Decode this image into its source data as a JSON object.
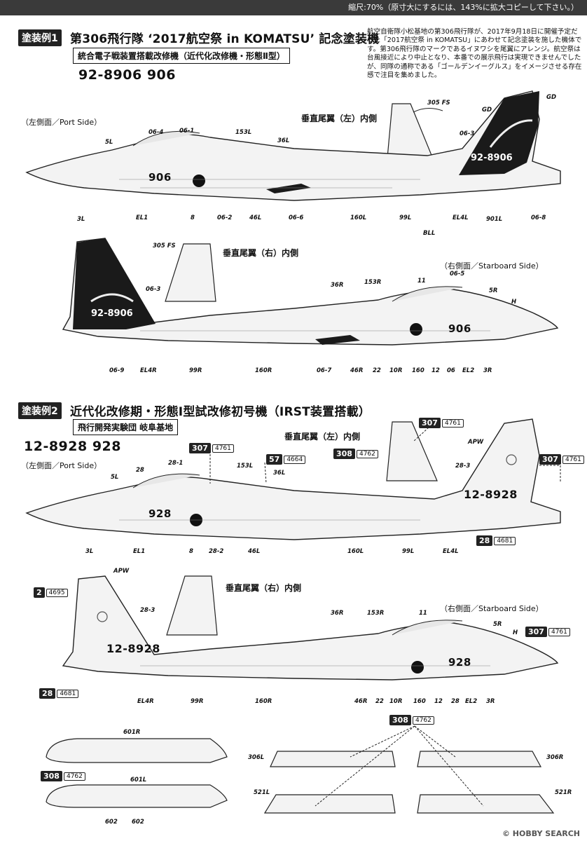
{
  "header": {
    "scale_note": "縮尺:70%（原寸大にするには、143%に拡大コピーして下さい。）"
  },
  "scheme1": {
    "tag": "塗装例1",
    "title": "第306飛行隊 ‘2017航空祭 in KOMATSU’ 記念塗装機",
    "subtitle": "統合電子戦装置搭載改修機（近代化改修機・形態Ⅱ型）",
    "serial": "92-8906  906",
    "description": "航空自衛隊小松基地の第306飛行隊が、2017年9月18日に開催予定だった「2017航空祭 in KOMATSU」にあわせて記念塗装を施した機体です。第306飛行隊のマークであるイヌワシを尾翼にアレンジ。航空祭は台風接近により中止となり、本番での展示飛行は実現できませんでしたが、同隊の通称である「ゴールデンイーグルス」をイメージさせる存在感で注目を集めました。",
    "port_side": "（左側面／Port Side）",
    "starboard_side": "（右側面／Starboard Side）",
    "tail_left": "垂直尾翼（左）内側",
    "tail_right": "垂直尾翼（右）内側",
    "nose_number": "906",
    "tail_serial": "92-8906",
    "port_labels": [
      "06-4",
      "06-1",
      "5L",
      "153L",
      "36L",
      "GD",
      "GD",
      "305 FS",
      "06-3",
      "3L",
      "EL1",
      "8",
      "06-2",
      "46L",
      "06-6",
      "160L",
      "99L",
      "EL4L",
      "901L",
      "06-8",
      "BLL"
    ],
    "star_labels": [
      "305 FS",
      "06-5",
      "36R",
      "153R",
      "11",
      "5R",
      "H",
      "06-3",
      "06-9",
      "EL4R",
      "99R",
      "160R",
      "06-7",
      "46R",
      "22",
      "10R",
      "160",
      "12",
      "06",
      "EL2",
      "3R"
    ]
  },
  "scheme2": {
    "tag": "塗装例2",
    "title": "近代化改修期・形態Ⅰ型試改修初号機（IRST装置搭載）",
    "subtitle": "飛行開発実験団 岐阜基地",
    "serial": "12-8928  928",
    "port_side": "（左側面／Port Side）",
    "starboard_side": "（右側面／Starboard Side）",
    "tail_left": "垂直尾翼（左）内側",
    "tail_right": "垂直尾翼（右）内側",
    "nose_number": "928",
    "tail_serial": "12-8928",
    "port_labels": [
      "28",
      "28-1",
      "5L",
      "153L",
      "36L",
      "APW",
      "28-3",
      "3L",
      "EL1",
      "8",
      "28-2",
      "46L",
      "160L",
      "99L",
      "EL4L"
    ],
    "star_labels": [
      "APW",
      "28-3",
      "36R",
      "153R",
      "11",
      "5R",
      "H",
      "EL4R",
      "99R",
      "160R",
      "46R",
      "22",
      "10R",
      "160",
      "12",
      "28",
      "EL2",
      "3R"
    ],
    "callouts": [
      {
        "n": "307",
        "c": "4761"
      },
      {
        "n": "308",
        "c": "4762"
      },
      {
        "n": "307",
        "c": "4761"
      },
      {
        "n": "57",
        "c": "4664"
      },
      {
        "n": "307",
        "c": "4761"
      },
      {
        "n": "28",
        "c": "4681"
      },
      {
        "n": "2",
        "c": "4695"
      },
      {
        "n": "307",
        "c": "4761"
      },
      {
        "n": "28",
        "c": "4681"
      },
      {
        "n": "308",
        "c": "4762"
      },
      {
        "n": "308",
        "c": "4762"
      }
    ],
    "tank_labels": [
      "601R",
      "601L",
      "602",
      "602",
      "306L",
      "306R",
      "521L",
      "521R"
    ]
  },
  "watermark": "© HOBBY SEARCH"
}
